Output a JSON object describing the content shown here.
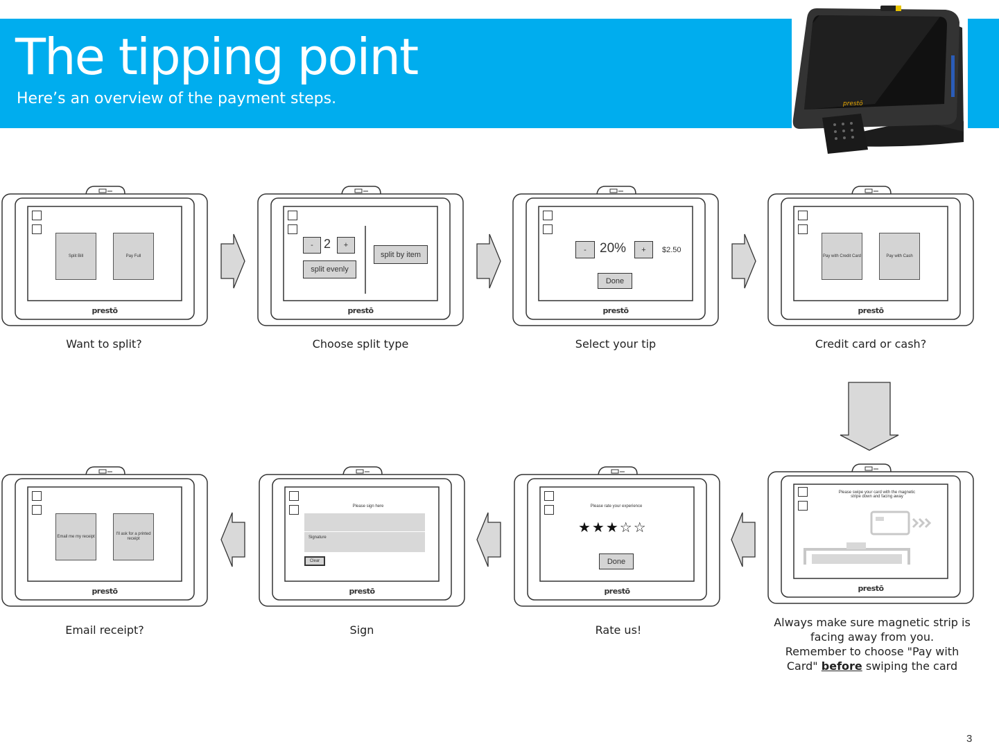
{
  "header": {
    "title": "The tipping point",
    "subtitle": "Here’s an overview of the payment steps."
  },
  "brand": "prestō",
  "colors": {
    "banner": "#00adee",
    "button_fill": "#d4d4d4"
  },
  "steps": {
    "s1": {
      "caption": "Want to split?",
      "btn_a": "Split Bill",
      "btn_b": "Pay Full"
    },
    "s2": {
      "caption": "Choose split type",
      "minus": "-",
      "count": "2",
      "plus": "+",
      "split_evenly": "split evenly",
      "split_by_item": "split by item"
    },
    "s3": {
      "caption": "Select your tip",
      "minus": "-",
      "percent": "20%",
      "plus": "+",
      "amount": "$2.50",
      "done": "Done"
    },
    "s4": {
      "caption": "Credit card or cash?",
      "btn_a": "Pay with Credit Card",
      "btn_b": "Pay with Cash"
    },
    "s5": {
      "caption_line1": "Always make sure magnetic strip is",
      "caption_line2": "facing away from you.",
      "caption_line3": "Remember to choose \"Pay with",
      "caption_line4a": "Card\"",
      "caption_line4_bold": "before",
      "caption_line4b": "swiping the card",
      "instruction_line1": "Please swipe your card with the magnetic",
      "instruction_line2": "stripe down and facing away"
    },
    "s6": {
      "caption": "Rate us!",
      "prompt": "Please rate your experience",
      "stars": "★★★☆☆",
      "rating": 3,
      "done": "Done"
    },
    "s7": {
      "caption": "Sign",
      "prompt": "Please sign here",
      "signature": "Signature",
      "clear": "Clear"
    },
    "s8": {
      "caption": "Email receipt?",
      "btn_a": "Email me my receipt",
      "btn_b": "I'll ask for a printed receipt"
    }
  },
  "page_number": "3"
}
